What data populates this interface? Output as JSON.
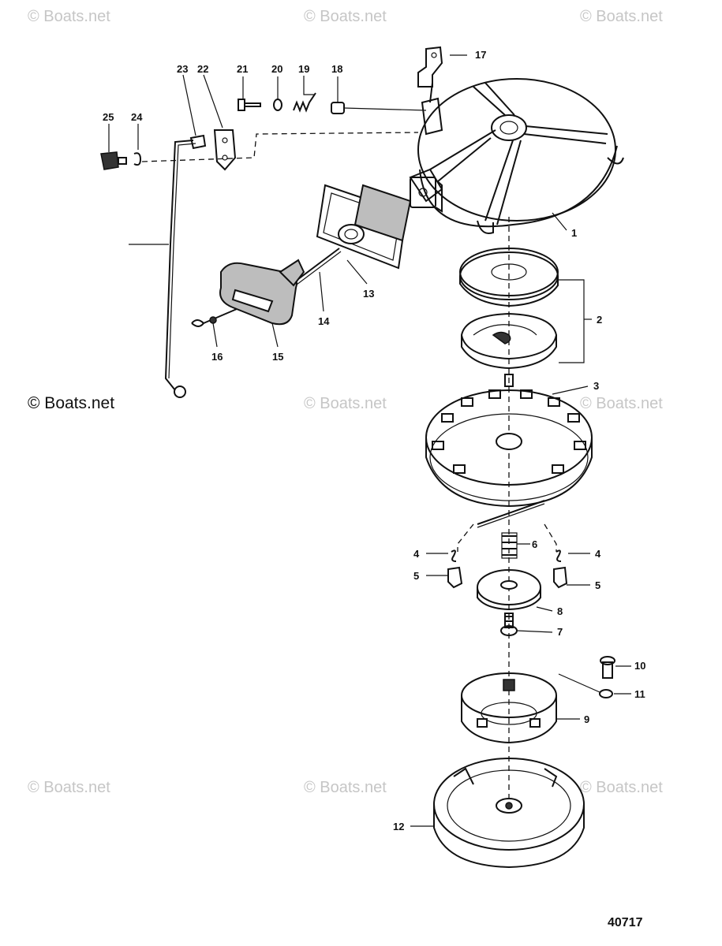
{
  "watermark": {
    "text": "© Boats.net"
  },
  "reference_number": "40717",
  "callouts": {
    "p1": "1",
    "p2": "2",
    "p3": "3",
    "p4a": "4",
    "p4b": "4",
    "p5a": "5",
    "p5b": "5",
    "p6": "6",
    "p7": "7",
    "p8": "8",
    "p9": "9",
    "p10": "10",
    "p11": "11",
    "p12": "12",
    "p13": "13",
    "p14": "14",
    "p15": "15",
    "p16": "16",
    "p17": "17",
    "p18": "18",
    "p19": "19",
    "p20": "20",
    "p21": "21",
    "p22": "22",
    "p23": "23",
    "p24": "24",
    "p25": "25"
  }
}
